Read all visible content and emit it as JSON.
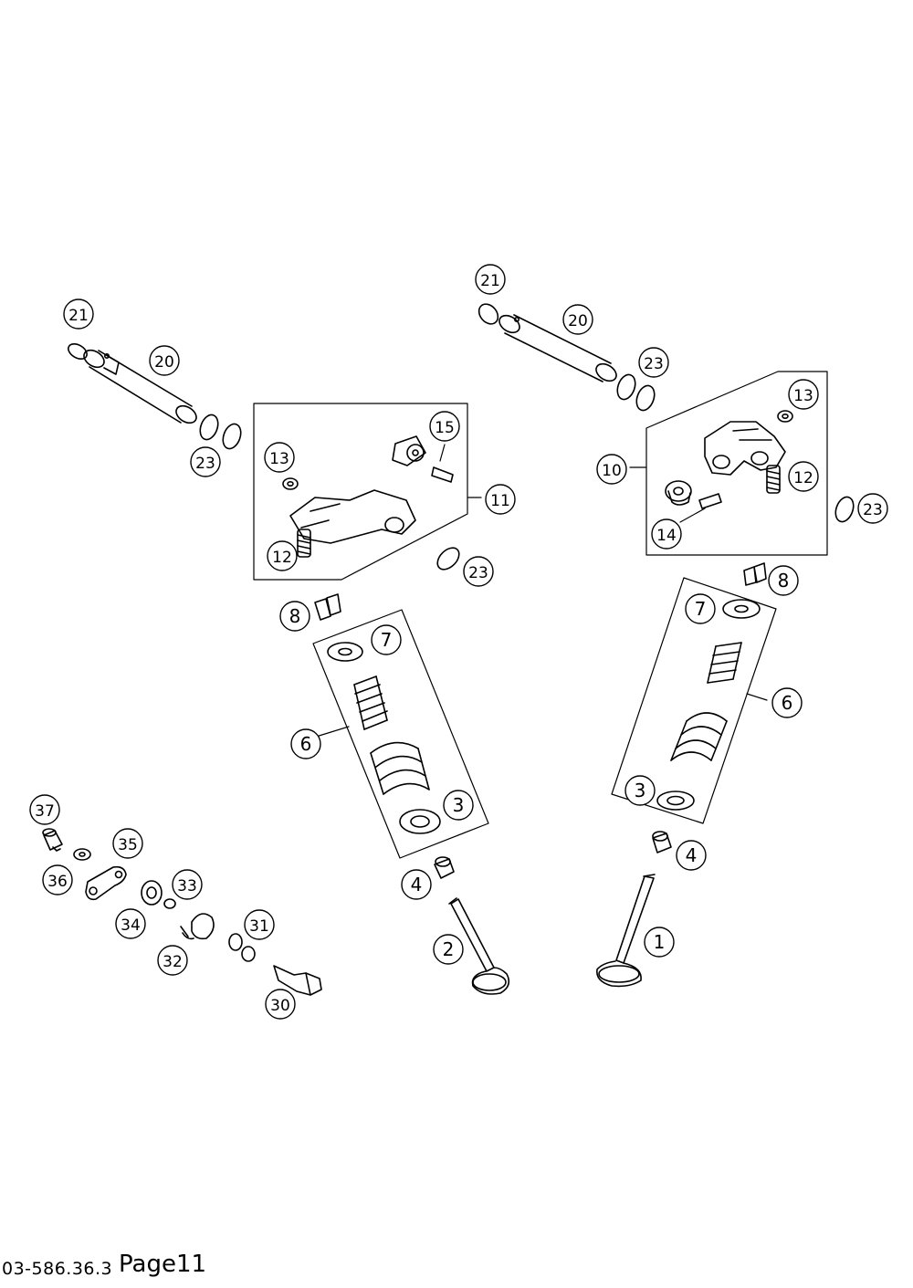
{
  "callouts": [
    "1",
    "2",
    "3",
    "3",
    "4",
    "4",
    "6",
    "6",
    "7",
    "7",
    "8",
    "8",
    "10",
    "11",
    "12",
    "12",
    "13",
    "13",
    "14",
    "15",
    "20",
    "20",
    "21",
    "21",
    "23",
    "23",
    "23",
    "23",
    "30",
    "31",
    "32",
    "33",
    "34",
    "35",
    "36",
    "37"
  ],
  "footer": {
    "doc_number": "03-586.36.3",
    "page_label": "Page11"
  }
}
